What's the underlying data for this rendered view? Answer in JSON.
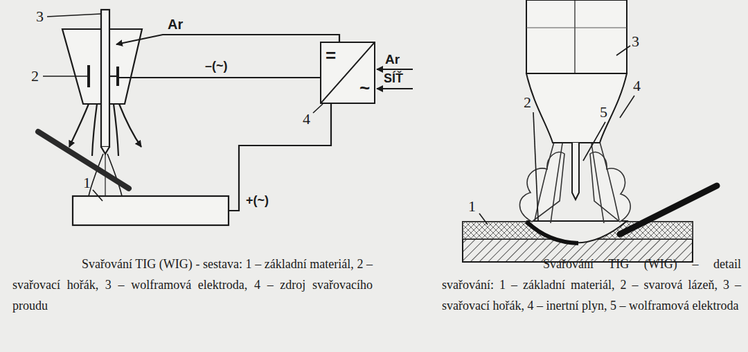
{
  "diagram": {
    "nodes": [
      {
        "text": [
          "=",
          "~"
        ]
      }
    ],
    "labels": [
      "3",
      "2",
      "1",
      "4",
      "Ar",
      "–(~)",
      "+(~)",
      "Ar",
      "SÍŤ",
      "Svařování TIG (WIG) - sestava: 1 – základní materiál, 2 – svařovací hořák, 3 – wolframová elektroda, 4 – zdroj svařovacího proudu",
      "2",
      "1",
      "3",
      "4",
      "5",
      "Svařování TIG (WIG) – detail svařování: 1 – základní materiál, 2 – svarová lázeň, 3 – svařovací hořák, 4 – inertní plyn, 5 – wolframová elektroda"
    ]
  }
}
